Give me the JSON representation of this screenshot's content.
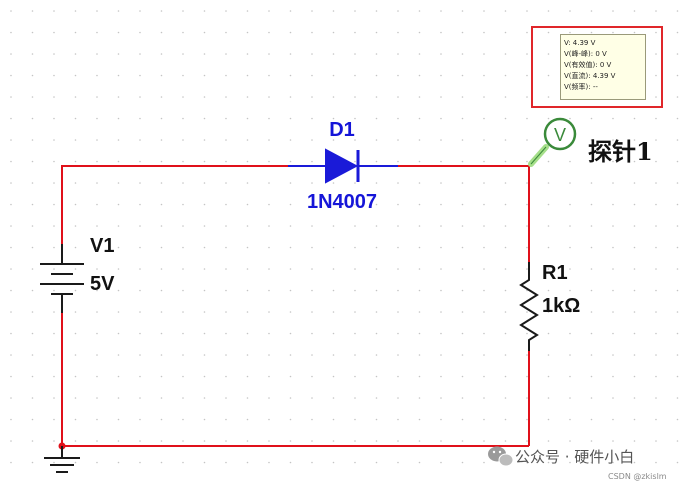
{
  "colors": {
    "wire": "#e0101a",
    "component": "#1a1a1a",
    "diode": "#1a1ad8",
    "probe": "#3a8a3a",
    "probe_fill": "#a6df8a",
    "highlight": "#e0262a"
  },
  "source": {
    "name": "V1",
    "value": "5V"
  },
  "diode": {
    "name": "D1",
    "model": "1N4007"
  },
  "resistor": {
    "name": "R1",
    "value": "1kΩ"
  },
  "probe": {
    "symbol": "V",
    "name": "探针1",
    "readings": [
      "V: 4.39 V",
      "V(峰-峰): 0 V",
      "V(有效值): 0 V",
      "V(直流): 4.39 V",
      "V(频率): --"
    ]
  },
  "watermark": {
    "text": "公众号 · 硬件小白",
    "credit": "CSDN @zkislm"
  }
}
